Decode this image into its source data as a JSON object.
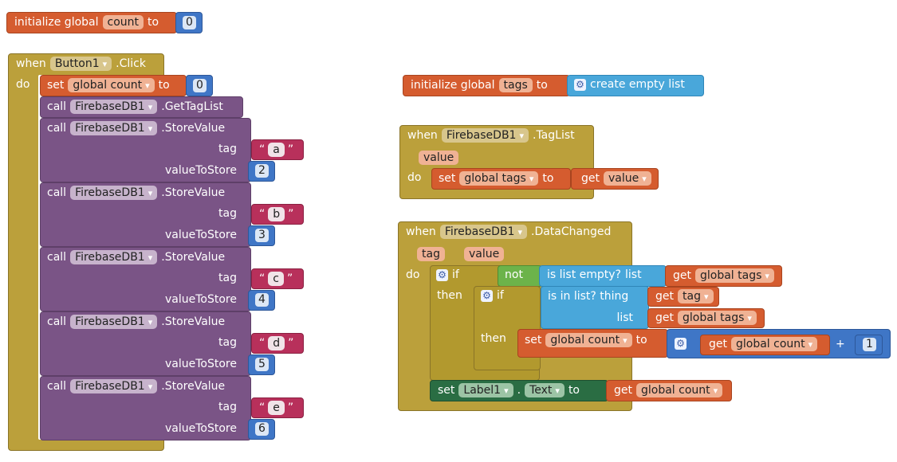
{
  "init_count": {
    "initialize_global": "initialize global",
    "var_name": "count",
    "to": "to",
    "value": "0"
  },
  "init_tags": {
    "initialize_global": "initialize global",
    "var_name": "tags",
    "to": "to",
    "create_empty_list": "create empty list"
  },
  "button_click": {
    "when": "when",
    "component": "Button1",
    "event": ".Click",
    "do": "do",
    "set": "set",
    "var": "global count",
    "to": "to",
    "value": "0",
    "call": "call",
    "db": "FirebaseDB1",
    "get_tag_list": ".GetTagList",
    "store_value": ".StoreValue",
    "tag_label": "tag",
    "value_to_store_label": "valueToStore",
    "stores": [
      {
        "tag": "a",
        "value": "2"
      },
      {
        "tag": "b",
        "value": "3"
      },
      {
        "tag": "c",
        "value": "4"
      },
      {
        "tag": "d",
        "value": "5"
      },
      {
        "tag": "e",
        "value": "6"
      }
    ]
  },
  "taglist_event": {
    "when": "when",
    "component": "FirebaseDB1",
    "event": ".TagList",
    "param": "value",
    "do": "do",
    "set": "set",
    "var": "global tags",
    "to": "to",
    "get": "get",
    "get_var": "value"
  },
  "datachanged_event": {
    "when": "when",
    "component": "FirebaseDB1",
    "event": ".DataChanged",
    "param_tag": "tag",
    "param_value": "value",
    "do": "do",
    "if": "if",
    "not": "not",
    "is_list_empty": "is list empty?",
    "list": "list",
    "get": "get",
    "global_tags": "global tags",
    "then": "then",
    "is_in_list": "is in list? thing",
    "tag": "tag",
    "set": "set",
    "global_count": "global count",
    "to": "to",
    "plus": "+",
    "one": "1",
    "label_component": "Label1",
    "dot": ".",
    "text_prop": "Text"
  }
}
